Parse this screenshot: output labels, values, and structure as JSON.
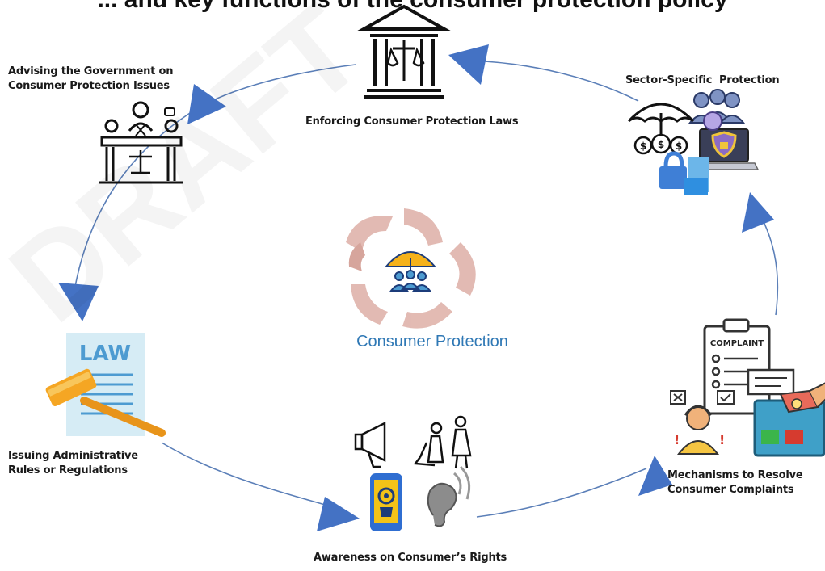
{
  "title": "... and key functions of the consumer protection policy",
  "center_label": "Consumer Protection",
  "watermark": "DRAFT",
  "nodes": [
    {
      "id": "enforcing",
      "label_lines": [
        "Enforcing Consumer Protection Laws"
      ],
      "icon": "courthouse-icon"
    },
    {
      "id": "sector",
      "label_lines": [
        "Sector-Specific  Protection"
      ],
      "icon": "umbrella-security-icon"
    },
    {
      "id": "advising",
      "label_lines": [
        "Advising the Government on",
        "Consumer Protection Issues"
      ],
      "icon": "government-meeting-icon"
    },
    {
      "id": "issuing",
      "label_lines": [
        "Issuing Administrative",
        "Rules or Regulations"
      ],
      "icon": "law-gavel-icon"
    },
    {
      "id": "awareness",
      "label_lines": [
        "Awareness on Consumer’s Rights"
      ],
      "icon": "megaphone-idea-icon"
    },
    {
      "id": "mechanisms",
      "label_lines": [
        "Mechanisms to Resolve",
        "Consumer Complaints"
      ],
      "icon": "complaint-desk-icon"
    }
  ],
  "colors": {
    "arrow": "#4472c4",
    "cycle_line": "#5b7fb8",
    "accent_blue": "#2f78b5",
    "hands": "#d9a49a",
    "umbrella": "#f5b21b",
    "gavel": "#f5a623",
    "law_paper": "#d6ecf5"
  }
}
